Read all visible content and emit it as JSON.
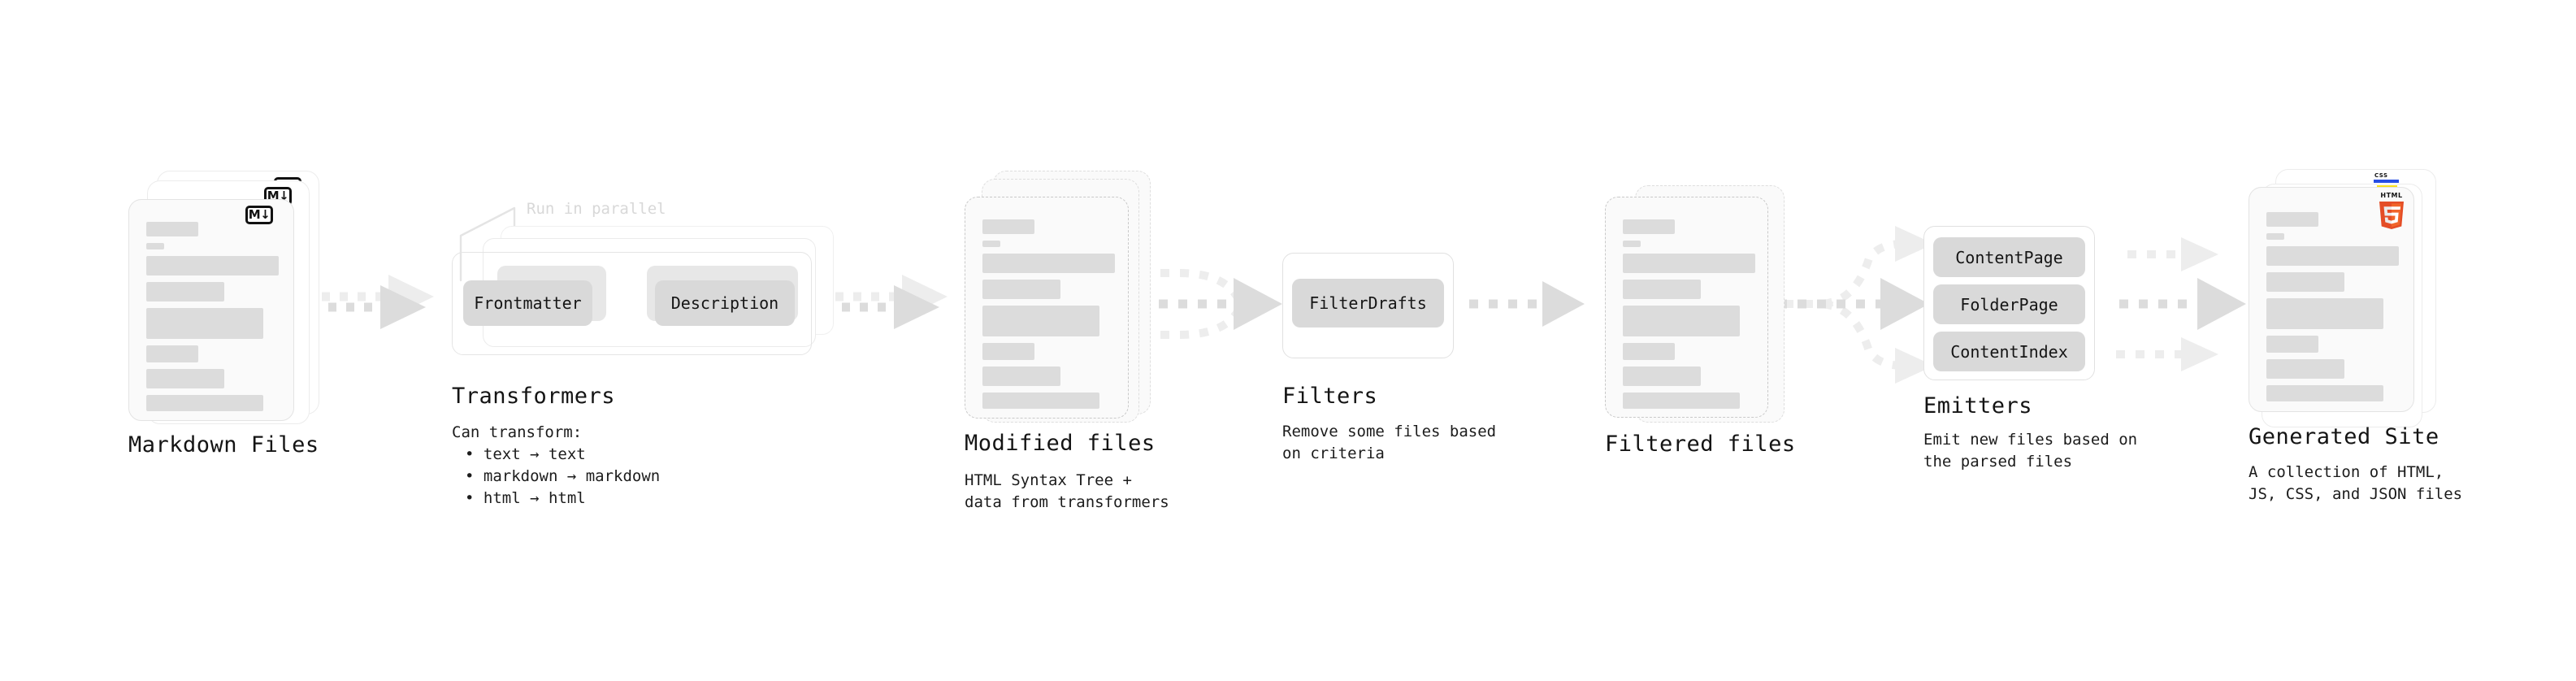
{
  "diagram": {
    "type": "pipeline-flow",
    "title": "Quartz content processing pipeline",
    "background": "#ffffff",
    "accent_colors": {
      "bar": "#dcdcdc",
      "card_border": "#e3e3e3",
      "arrow": "#dcdcdc",
      "chip": "#d9d9d9",
      "text": "#141414",
      "muted_text": "#d8d8d8",
      "html5_orange": "#e44d26",
      "html5_orange_light": "#f16529",
      "js_yellow": "#f7df1e",
      "css_blue": "#264de4"
    }
  },
  "stages": [
    {
      "id": "markdown-files",
      "title": "Markdown Files",
      "subtitle": "",
      "kind": "file-stack",
      "badge": "markdown-badge",
      "badge_text": "M",
      "badge_arrow": "↓"
    },
    {
      "id": "transformers",
      "title": "Transformers",
      "subtitle": "Can transform:",
      "kind": "group-stack",
      "note": "Run in parallel",
      "chips": [
        "Frontmatter",
        "Description"
      ],
      "bullets": [
        "• text → text",
        "• markdown → markdown",
        "• html → html"
      ]
    },
    {
      "id": "modified-files",
      "title": "Modified files",
      "subtitle": "HTML Syntax Tree +\ndata from transformers",
      "kind": "file-stack-dashed"
    },
    {
      "id": "filters",
      "title": "Filters",
      "subtitle": "Remove some files based\non criteria",
      "kind": "group",
      "chips": [
        "FilterDrafts"
      ]
    },
    {
      "id": "filtered-files",
      "title": "Filtered files",
      "subtitle": "",
      "kind": "file-stack-dashed"
    },
    {
      "id": "emitters",
      "title": "Emitters",
      "subtitle": "Emit new files based on\nthe parsed files",
      "kind": "group",
      "chips": [
        "ContentPage",
        "FolderPage",
        "ContentIndex"
      ]
    },
    {
      "id": "generated-site",
      "title": "Generated Site",
      "subtitle": "A collection of HTML,\nJS, CSS, and JSON files",
      "kind": "file-stack",
      "badges": [
        "css-badge",
        "js-badge",
        "html5-badge"
      ],
      "html5_label": "HTML",
      "html5_digit": "5",
      "css_label": "CSS"
    }
  ],
  "connectors": [
    {
      "id": "markdown-to-transformers",
      "style": "dashed-stacked-arrow"
    },
    {
      "id": "transformers-to-modified",
      "style": "dashed-stacked-arrow"
    },
    {
      "id": "modified-to-filters",
      "style": "dashed-merge-arrow"
    },
    {
      "id": "filters-to-filtered",
      "style": "dashed-arrow"
    },
    {
      "id": "filtered-to-emitters",
      "style": "dashed-fanout-arrow"
    },
    {
      "id": "emitters-to-site",
      "style": "dashed-triple-arrow"
    }
  ]
}
